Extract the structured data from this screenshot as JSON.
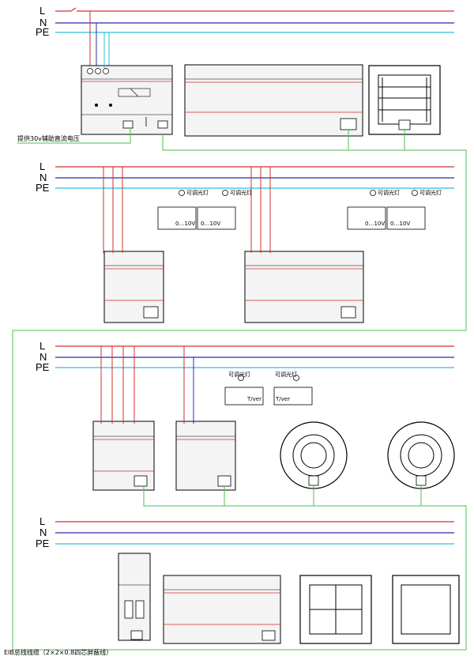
{
  "colors": {
    "line_L": "#d0312d",
    "line_N": "#2b2bb3",
    "line_PE": "#2bbfd6",
    "bus": "#4bc24b",
    "device": "#000000",
    "device_fill": "#f4f4f4"
  },
  "conductors": {
    "L": "L",
    "N": "N",
    "PE": "PE"
  },
  "notes": {
    "aux_supply": "提供30v辅助直流电压",
    "bus_cable": "EIB总线线缆（2×2×0.8四芯屏蔽线）",
    "dimmable_light": "可调光灯",
    "dim_range": "0…10V",
    "dali_label": "T/ver"
  },
  "sections": [
    {
      "id": "row1",
      "devices": [
        "power-supply",
        "switch-actuator-12ch",
        "push-button-panel-4gang"
      ]
    },
    {
      "id": "row2",
      "devices": [
        "dimming-actuator-1",
        "dimming-actuator-2"
      ]
    },
    {
      "id": "row3",
      "devices": [
        "switch-actuator-4ch",
        "dali-gateway",
        "downlight-1",
        "downlight-2"
      ]
    },
    {
      "id": "row4",
      "devices": [
        "rcbo-breaker",
        "switch-actuator-12ch-b",
        "panel-switch-2gang",
        "panel-switch-1gang"
      ]
    }
  ]
}
